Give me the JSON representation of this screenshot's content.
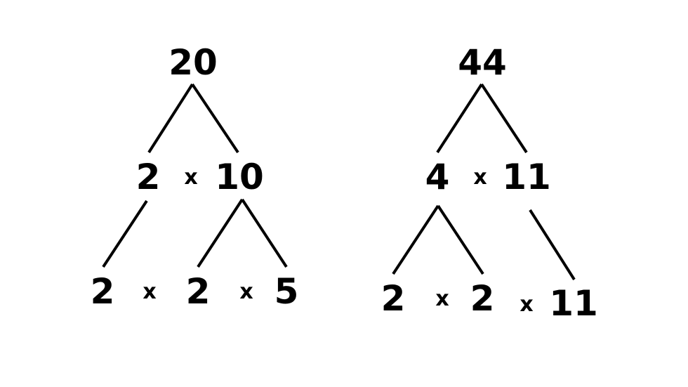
{
  "trees": [
    {
      "root": "20",
      "level1": {
        "left": "2",
        "op": "x",
        "right": "10"
      },
      "level2": {
        "a": "2",
        "op1": "x",
        "b": "2",
        "op2": "x",
        "c": "5"
      }
    },
    {
      "root": "44",
      "level1": {
        "left": "4",
        "op": "x",
        "right": "11"
      },
      "level2": {
        "a": "2",
        "op1": "x",
        "b": "2",
        "op2": "x",
        "c": "11"
      }
    }
  ],
  "colors": {
    "ink": "#000000",
    "background": "#ffffff"
  }
}
